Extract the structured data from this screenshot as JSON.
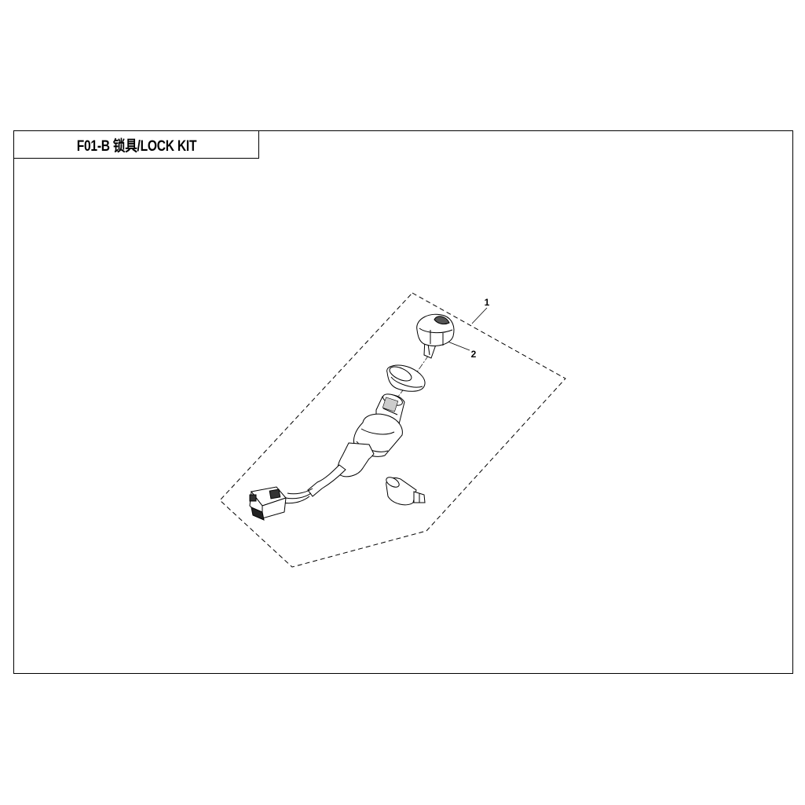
{
  "header": {
    "title": "F01-B  锁具/LOCK KIT"
  },
  "callouts": [
    {
      "label": "1",
      "part": "lock-kit"
    },
    {
      "label": "2",
      "part": "key"
    }
  ],
  "colors": {
    "line": "#000000",
    "background": "#ffffff"
  }
}
